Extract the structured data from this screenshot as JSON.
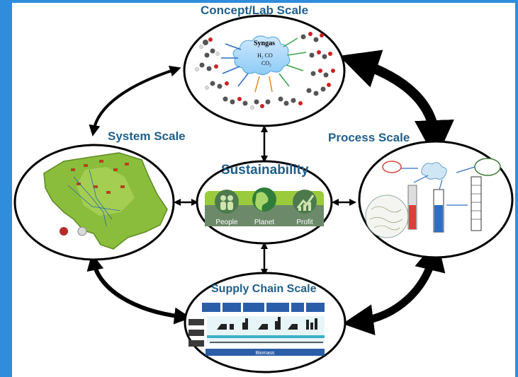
{
  "frame": {
    "border_color": "#2f8ddb",
    "label_color": "#1f5f8b"
  },
  "nodes": {
    "concept": {
      "label": "Concept/Lab Scale",
      "center_text": "Syngas",
      "center_formula_1": "H₂  CO",
      "center_formula_2": "CO₂"
    },
    "system": {
      "label": "System Scale"
    },
    "process": {
      "label": "Process Scale"
    },
    "sustainability": {
      "label": "Sustainability",
      "pillars": [
        "People",
        "Planet",
        "Profit"
      ]
    },
    "supply": {
      "label": "Supply Chain Scale",
      "bottom_bar": "Biomass"
    }
  }
}
